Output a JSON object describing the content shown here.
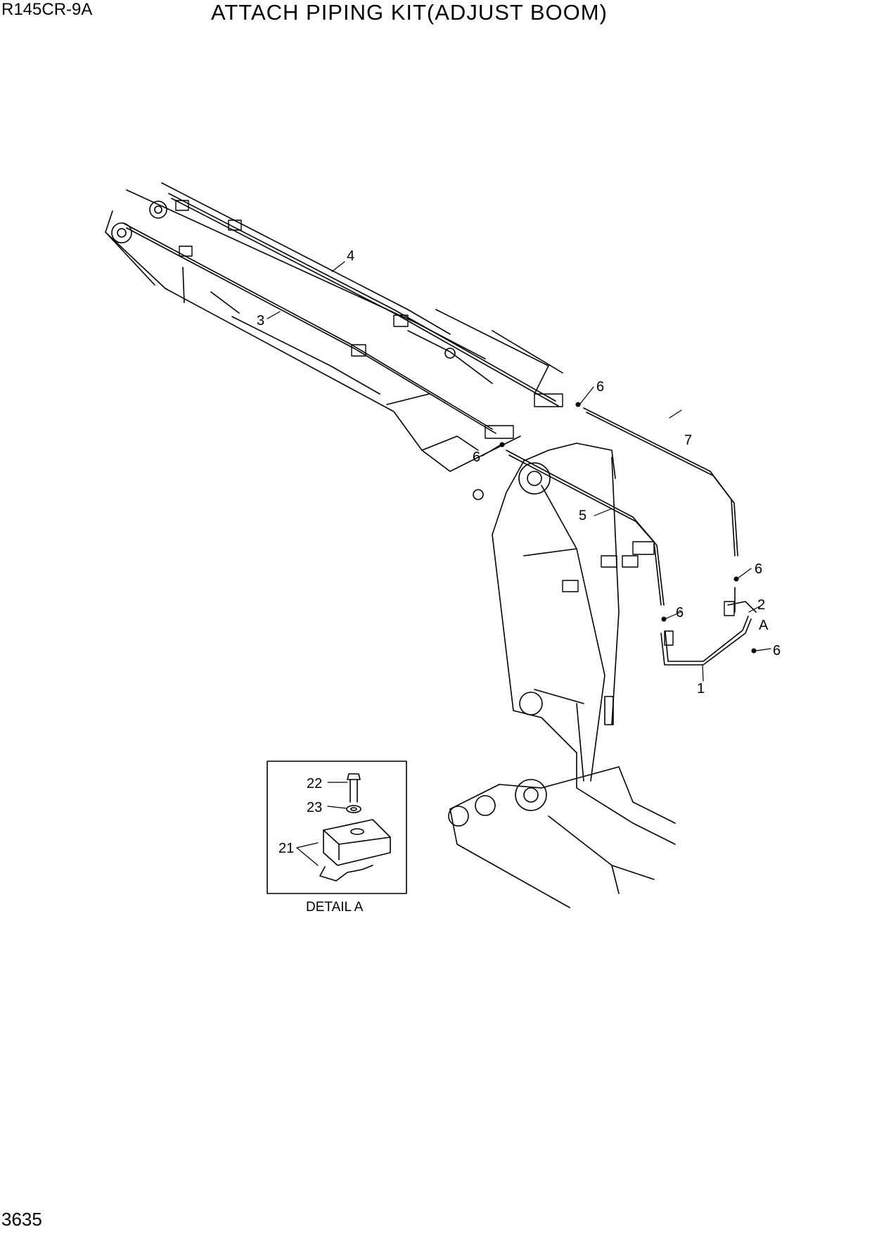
{
  "header": {
    "model": "R145CR-9A",
    "title": "ATTACH PIPING KIT(ADJUST BOOM)"
  },
  "footer": {
    "page_number": "3635"
  },
  "callouts": {
    "c1": "1",
    "c2": "2",
    "c3": "3",
    "c4": "4",
    "c5": "5",
    "c7": "7",
    "c6a": "6",
    "c6b": "6",
    "c6c": "6",
    "c6d": "6",
    "c6e": "6",
    "detail_ref": "A"
  },
  "detail": {
    "caption": "DETAIL A",
    "c21": "21",
    "c22": "22",
    "c23": "23"
  }
}
